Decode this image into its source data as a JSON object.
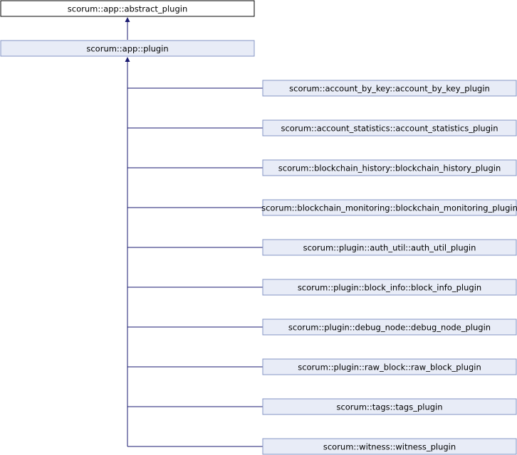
{
  "colors": {
    "edge": "#191970",
    "node_fill": "#e8ecf7",
    "node_border": "#8494c4",
    "root_fill": "#ffffff",
    "root_border": "#000000"
  },
  "root": {
    "label": "scorum::app::abstract_plugin"
  },
  "base": {
    "label": "scorum::app::plugin"
  },
  "children": [
    {
      "label": "scorum::account_by_key::account_by_key_plugin"
    },
    {
      "label": "scorum::account_statistics::account_statistics_plugin"
    },
    {
      "label": "scorum::blockchain_history::blockchain_history_plugin"
    },
    {
      "label": "scorum::blockchain_monitoring::blockchain_monitoring_plugin"
    },
    {
      "label": "scorum::plugin::auth_util::auth_util_plugin"
    },
    {
      "label": "scorum::plugin::block_info::block_info_plugin"
    },
    {
      "label": "scorum::plugin::debug_node::debug_node_plugin"
    },
    {
      "label": "scorum::plugin::raw_block::raw_block_plugin"
    },
    {
      "label": "scorum::tags::tags_plugin"
    },
    {
      "label": "scorum::witness::witness_plugin"
    }
  ]
}
